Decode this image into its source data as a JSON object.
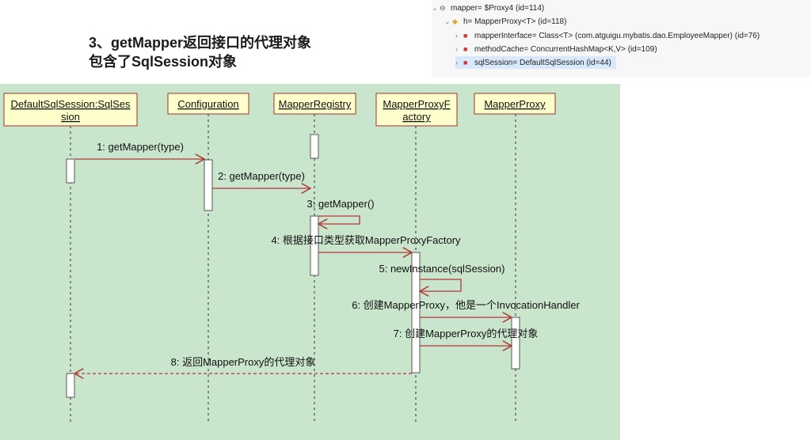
{
  "heading": {
    "line1": "3、getMapper返回接口的代理对象",
    "line2": "包含了SqlSession对象"
  },
  "debug_tree": [
    {
      "twisty": "⌄",
      "icon": "⊖",
      "icon_color": "#555555",
      "text": "mapper= $Proxy4  (id=114)"
    },
    {
      "twisty": "⌄",
      "icon": "◆",
      "icon_color": "#e6a81a",
      "text": "h= MapperProxy<T>  (id=118)"
    },
    {
      "twisty": "›",
      "icon": "■",
      "icon_color": "#c83a3a",
      "text": "mapperInterface= Class<T> (com.atguigu.mybatis.dao.EmployeeMapper) (id=76)"
    },
    {
      "twisty": "›",
      "icon": "■",
      "icon_color": "#c83a3a",
      "text": "methodCache= ConcurrentHashMap<K,V>  (id=109)"
    },
    {
      "twisty": "›",
      "icon": "■",
      "icon_color": "#c83a3a",
      "text": "sqlSession= DefaultSqlSession  (id=44)"
    }
  ],
  "participants": [
    {
      "lines": [
        "DefaultSqlSession:SqlSes",
        "sion"
      ]
    },
    {
      "lines": [
        "Configuration"
      ]
    },
    {
      "lines": [
        "MapperRegistry"
      ]
    },
    {
      "lines": [
        "MapperProxyF",
        "actory"
      ]
    },
    {
      "lines": [
        "MapperProxy"
      ]
    }
  ],
  "messages": [
    {
      "label": "1: getMapper(type)"
    },
    {
      "label": "2: getMapper(type)"
    },
    {
      "label": "3: getMapper()"
    },
    {
      "label": "4: 根据接口类型获取MapperProxyFactory"
    },
    {
      "label": "5: newInstance(sqlSession)"
    },
    {
      "label": "6: 创建MapperProxy，他是一个InvocationHandler"
    },
    {
      "label": "7: 创建MapperProxy的代理对象"
    },
    {
      "label": "8: 返回MapperProxy的代理对象"
    }
  ],
  "colors": {
    "background": "#c9e6cd",
    "participant_fill": "#ffffcc",
    "participant_border": "#a03030",
    "arrow": "#b03838",
    "lifeline": "#555555"
  }
}
